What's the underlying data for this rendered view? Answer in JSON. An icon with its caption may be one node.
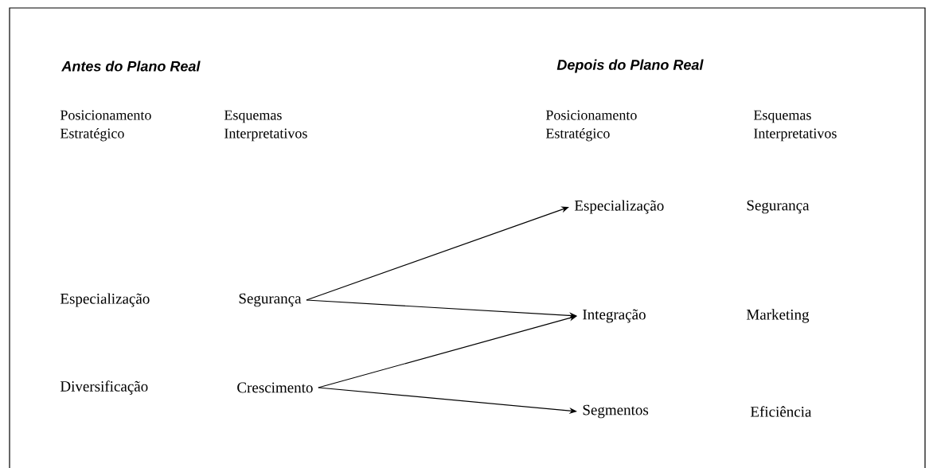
{
  "diagram": {
    "nodes": [
      {
        "text": [
          "Segurança"
        ]
      },
      {
        "text": [
          "Crescimento"
        ]
      },
      {
        "text": [
          "Especialização"
        ]
      },
      {
        "text": [
          "Integração"
        ]
      },
      {
        "text": [
          "Segmentos"
        ]
      }
    ],
    "edges": [
      {
        "from": 0,
        "to": 2,
        "arrow": "to"
      },
      {
        "from": 0,
        "to": 3,
        "arrow": "to"
      },
      {
        "from": 1,
        "to": 3,
        "arrow": "to"
      },
      {
        "from": 1,
        "to": 4,
        "arrow": "to"
      }
    ],
    "labels": [
      "Antes do Plano Real",
      "Depois do Plano Real",
      "Posicionamento Estratégico",
      "Esquemas Interpretativos",
      "Posicionamento Estratégico",
      "Esquemas Interpretativos",
      "Segurança",
      "Especialização",
      "Diversificação",
      "Marketing",
      "Eficiência"
    ]
  }
}
